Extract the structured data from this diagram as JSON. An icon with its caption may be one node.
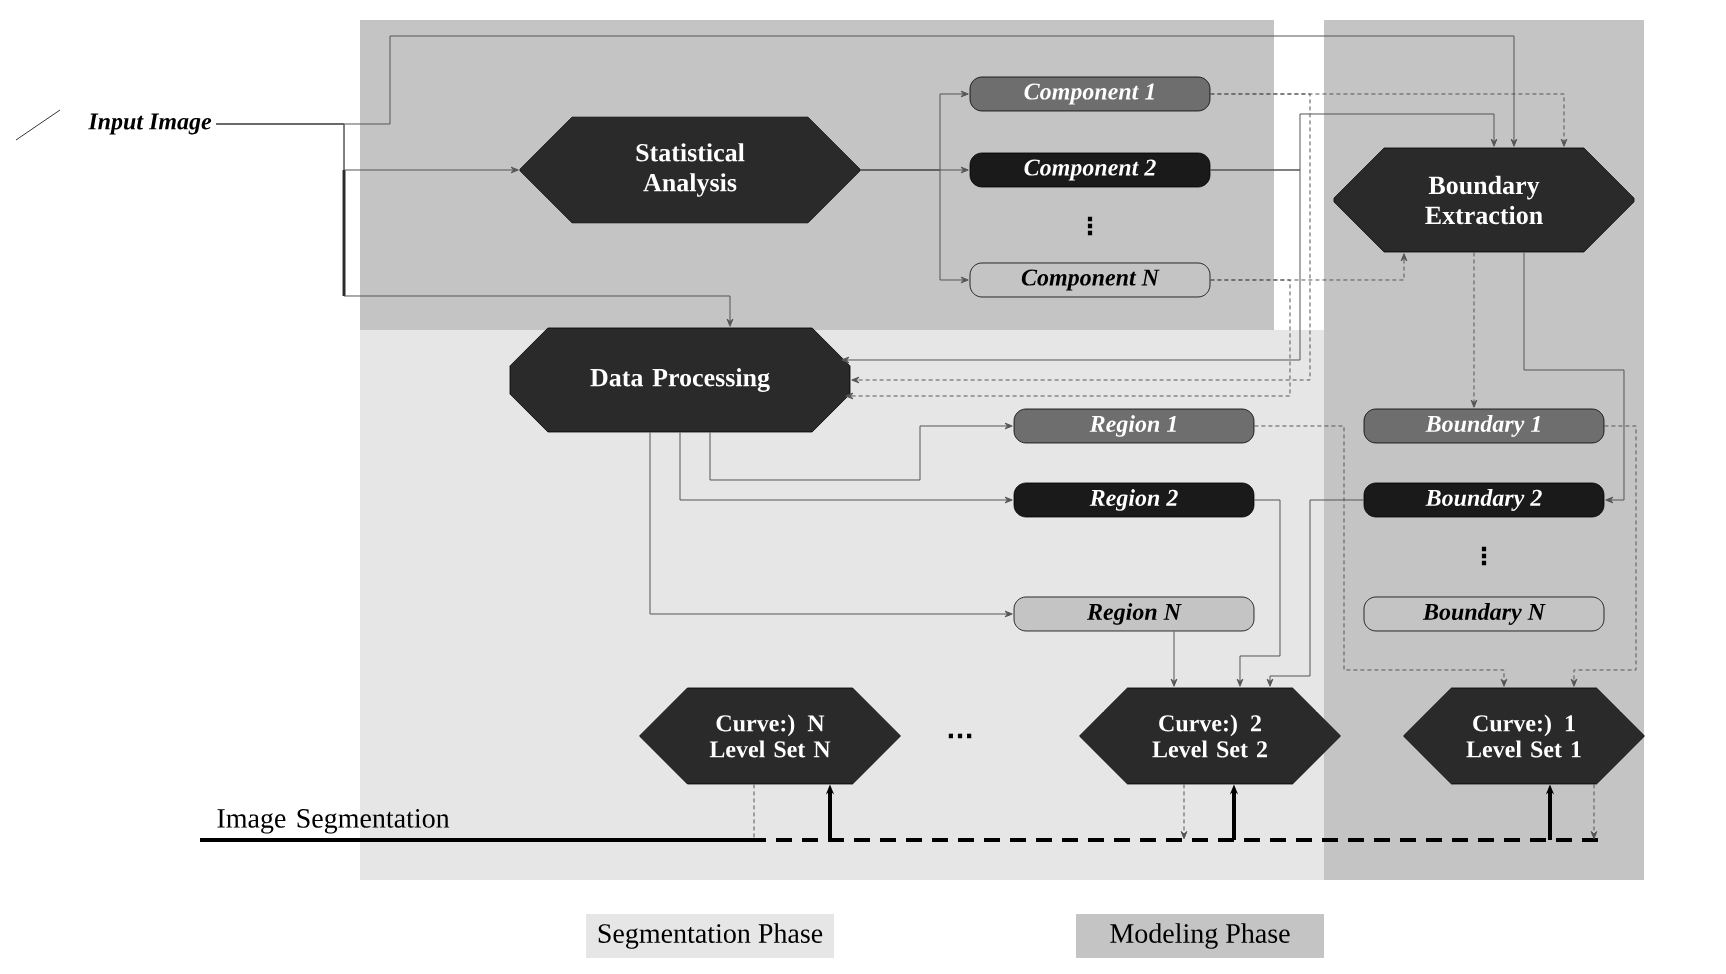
{
  "diagram": {
    "nodes": [
      {
        "text": [
          "Input Image"
        ]
      },
      {
        "text": [
          "Statistical Analysis"
        ]
      },
      {
        "text": [
          "Component 1"
        ]
      },
      {
        "text": [
          "Component 2"
        ]
      },
      {
        "text": [
          "Component N"
        ]
      },
      {
        "text": [
          "Boundary Extraction"
        ]
      },
      {
        "text": [
          "Data Processing"
        ]
      },
      {
        "text": [
          "Region 1"
        ]
      },
      {
        "text": [
          "Region 2"
        ]
      },
      {
        "text": [
          "Region N"
        ]
      },
      {
        "text": [
          "Boundary 1"
        ]
      },
      {
        "text": [
          "Boundary 2"
        ]
      },
      {
        "text": [
          "Boundary N"
        ]
      },
      {
        "text": [
          "Curve:) N Level Set N"
        ]
      },
      {
        "text": [
          "Curve:) 2 Level Set 2"
        ]
      },
      {
        "text": [
          "Curve:) 1 Level Set 1"
        ]
      },
      {
        "text": [
          "Image Segmentation"
        ]
      }
    ],
    "edges": [
      {
        "from": 0,
        "to": 1,
        "arrow": "to"
      },
      {
        "from": 0,
        "to": 6,
        "arrow": "to"
      },
      {
        "from": 0,
        "to": 5,
        "arrow": "to"
      },
      {
        "from": 1,
        "to": 2,
        "arrow": "to"
      },
      {
        "from": 1,
        "to": 3,
        "arrow": "to"
      },
      {
        "from": 1,
        "to": 4,
        "arrow": "to"
      },
      {
        "from": 2,
        "to": 5,
        "arrow": "to",
        "style": "dashed"
      },
      {
        "from": 2,
        "to": 6,
        "arrow": "to",
        "style": "dashed"
      },
      {
        "from": 3,
        "to": 5,
        "arrow": "to"
      },
      {
        "from": 3,
        "to": 6,
        "arrow": "to"
      },
      {
        "from": 4,
        "to": 5,
        "arrow": "to",
        "style": "dashed"
      },
      {
        "from": 4,
        "to": 6,
        "arrow": "to",
        "style": "dashed"
      },
      {
        "from": 6,
        "to": 7,
        "arrow": "to"
      },
      {
        "from": 6,
        "to": 8,
        "arrow": "to"
      },
      {
        "from": 6,
        "to": 9,
        "arrow": "to"
      },
      {
        "from": 5,
        "to": 10,
        "arrow": "to",
        "style": "dashed"
      },
      {
        "from": 5,
        "to": 11,
        "arrow": "to"
      },
      {
        "from": 7,
        "to": 15,
        "arrow": "to",
        "style": "dashed"
      },
      {
        "from": 8,
        "to": 14,
        "arrow": "to"
      },
      {
        "from": 9,
        "to": 14,
        "arrow": "to"
      },
      {
        "from": 11,
        "to": 14,
        "arrow": "to"
      },
      {
        "from": 10,
        "to": 15,
        "arrow": "to",
        "style": "dashed"
      },
      {
        "from": 16,
        "to": 13,
        "arrow": "to",
        "style": "thick"
      },
      {
        "from": 16,
        "to": 14,
        "arrow": "to",
        "style": "thick"
      },
      {
        "from": 16,
        "to": 15,
        "arrow": "to",
        "style": "thick"
      },
      {
        "from": 14,
        "to": 16,
        "arrow": "to",
        "style": "dashed"
      },
      {
        "from": 15,
        "to": 16,
        "arrow": "to",
        "style": "dashed"
      },
      {
        "from": 13,
        "to": 16,
        "arrow": "none",
        "style": "dashed"
      }
    ],
    "labels": [
      "⋮",
      "⋮",
      "..."
    ],
    "legend": [
      {
        "text": "Segmentation Phase",
        "color": "#e6e6e6"
      },
      {
        "text": "Modeling Phase",
        "color": "#c4c4c4"
      }
    ]
  }
}
